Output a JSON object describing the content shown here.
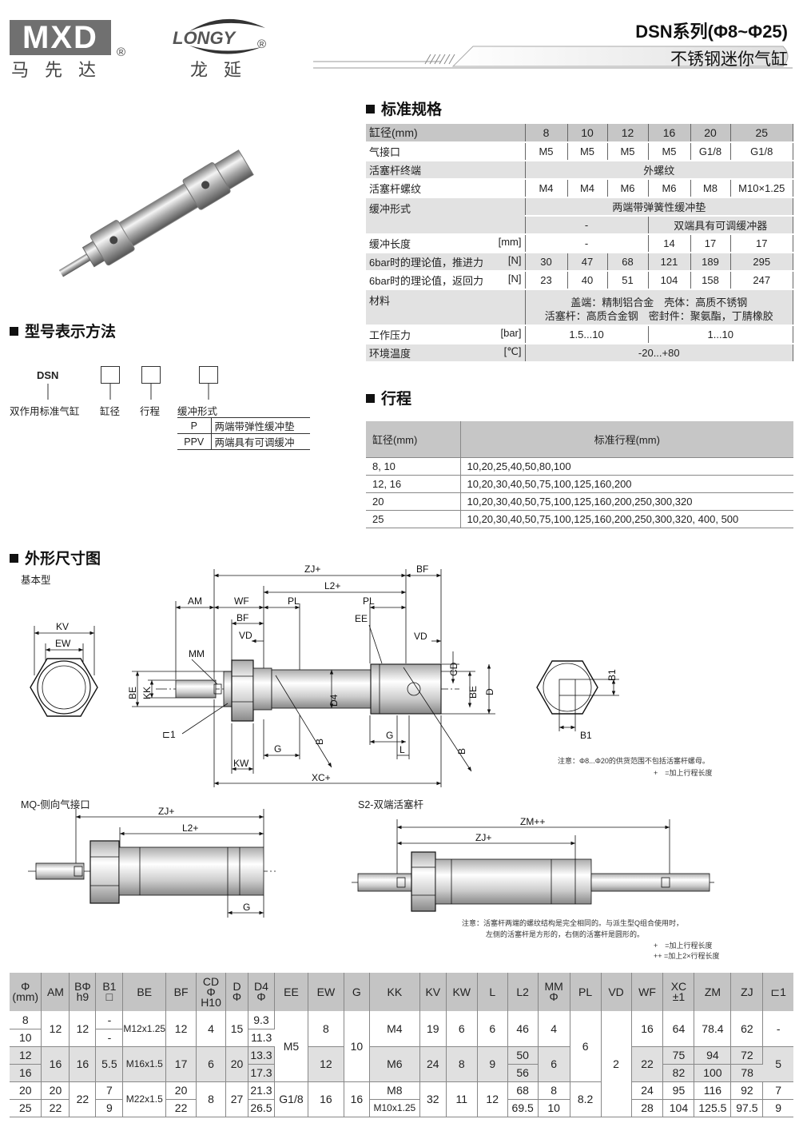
{
  "header": {
    "brand1_logo": "MXD",
    "brand1_cn": "马先达",
    "brand2_logo": "LONGY",
    "brand2_cn": "龙延",
    "registered": "®",
    "series": "DSN系列(Φ8~Φ25)",
    "subtitle": "不锈钢迷你气缸"
  },
  "sections": {
    "spec": "标准规格",
    "model": "型号表示方法",
    "stroke": "行程",
    "dims": "外形尺寸图"
  },
  "spec": {
    "header": [
      "缸径(mm)",
      "8",
      "10",
      "12",
      "16",
      "20",
      "25"
    ],
    "port": {
      "label": "气接口",
      "values": [
        "M5",
        "M5",
        "M5",
        "M5",
        "G1/8",
        "G1/8"
      ]
    },
    "rod_end": {
      "label": "活塞杆终端",
      "value": "外螺纹"
    },
    "rod_thread": {
      "label": "活塞杆螺纹",
      "values": [
        "M4",
        "M4",
        "M6",
        "M6",
        "M8",
        "M10×1.25"
      ]
    },
    "cushion": {
      "label": "缓冲形式",
      "row1": "两端带弹簧性缓冲垫",
      "row2a": "-",
      "row2b": "双端具有可调缓冲器"
    },
    "cushion_len": {
      "label": "缓冲长度",
      "unit": "[mm]",
      "values": [
        "-",
        "14",
        "17",
        "17"
      ]
    },
    "push": {
      "label": "6bar时的理论值，推进力",
      "unit": "[N]",
      "values": [
        "30",
        "47",
        "68",
        "121",
        "189",
        "295"
      ]
    },
    "pull": {
      "label": "6bar时的理论值，返回力",
      "unit": "[N]",
      "values": [
        "23",
        "40",
        "51",
        "104",
        "158",
        "247"
      ]
    },
    "material": {
      "label": "材料",
      "line1": "盖端：精制铝合金　壳体：高质不锈钢",
      "line2": "活塞杆：高质合金钢　密封件：聚氨酯，丁腈橡胶"
    },
    "pressure": {
      "label": "工作压力",
      "unit": "[bar]",
      "values": [
        "1.5...10",
        "1...10"
      ]
    },
    "temp": {
      "label": "环境温度",
      "unit": "[℃]",
      "value": "-20...+80"
    }
  },
  "model_code": {
    "prefix": "DSN",
    "labels": [
      "双作用标准气缸",
      "缸径",
      "行程",
      "缓冲形式"
    ],
    "options": [
      {
        "code": "P",
        "desc": "两端带弹性缓冲垫"
      },
      {
        "code": "PPV",
        "desc": "两端具有可调缓冲"
      }
    ]
  },
  "stroke": {
    "header": [
      "缸径(mm)",
      "标准行程(mm)"
    ],
    "rows": [
      [
        "8, 10",
        "10,20,25,40,50,80,100"
      ],
      [
        "12, 16",
        "10,20,30,40,50,75,100,125,160,200"
      ],
      [
        "20",
        "10,20,30,40,50,75,100,125,160,200,250,300,320"
      ],
      [
        "25",
        "10,20,30,40,50,75,100,125,160,200,250,300,320, 400, 500"
      ]
    ]
  },
  "drawings": {
    "basic_title": "基本型",
    "mq_title": "MQ-侧向气接口",
    "s2_title": "S2-双端活塞杆",
    "l": {
      "KV": "KV",
      "EW": "EW",
      "ZJ": "ZJ+",
      "BF": "BF",
      "L2": "L2+",
      "AM": "AM",
      "WF": "WF",
      "PL": "PL",
      "EE": "EE",
      "VD": "VD",
      "MM": "MM",
      "CD": "CD",
      "BE": "BE",
      "D": "D",
      "D4": "D4",
      "KK": "KK",
      "W1": "1",
      "B": "B",
      "G": "G",
      "L": "L",
      "KW": "KW",
      "XC": "XC+",
      "B1": "B1",
      "ZM": "ZM++"
    },
    "note_basic1": "注意：Φ8...Φ20的供货范围不包括活塞杆螺母。",
    "note_basic2": "+　=加上行程长度",
    "note_s2_1": "注意：活塞杆两端的螺纹结构是完全相同的。与派生型Q组合使用时，",
    "note_s2_2": "左侧的活塞杆是方形的，右侧的活塞杆是圆形的。",
    "note_s2_3": "+　=加上行程长度",
    "note_s2_4": "++ =加上2×行程长度"
  },
  "dims": {
    "headers": [
      "Φ\n(mm)",
      "AM",
      "BΦ\nh9",
      "B1\n□",
      "BE",
      "BF",
      "CD\nΦ\nH10",
      "D\nΦ",
      "D4\nΦ",
      "EE",
      "EW",
      "G",
      "KK",
      "KV",
      "KW",
      "L",
      "L2",
      "MM\nΦ",
      "PL",
      "VD",
      "WF",
      "XC\n±1",
      "ZM",
      "ZJ",
      "1"
    ],
    "columns": [
      [
        [
          "8",
          1
        ],
        [
          "10",
          1
        ],
        [
          "12",
          1
        ],
        [
          "16",
          1
        ],
        [
          "20",
          1
        ],
        [
          "25",
          1
        ]
      ],
      [
        [
          "12",
          2
        ],
        [
          "16",
          2
        ],
        [
          "20",
          1
        ],
        [
          "22",
          1
        ]
      ],
      [
        [
          "12",
          2
        ],
        [
          "16",
          2
        ],
        [
          "22",
          2
        ]
      ],
      [
        [
          "-",
          1
        ],
        [
          "-",
          1
        ],
        [
          "5.5",
          2
        ],
        [
          "7",
          1
        ],
        [
          "9",
          1
        ]
      ],
      [
        [
          "M12x1.25",
          2
        ],
        [
          "M16x1.5",
          2
        ],
        [
          "M22x1.5",
          2
        ]
      ],
      [
        [
          "12",
          2
        ],
        [
          "17",
          2
        ],
        [
          "20",
          1
        ],
        [
          "22",
          1
        ]
      ],
      [
        [
          "4",
          2
        ],
        [
          "6",
          2
        ],
        [
          "8",
          2
        ]
      ],
      [
        [
          "15",
          2
        ],
        [
          "20",
          2
        ],
        [
          "27",
          2
        ]
      ],
      [
        [
          "9.3",
          1
        ],
        [
          "11.3",
          1
        ],
        [
          "13.3",
          1
        ],
        [
          "17.3",
          1
        ],
        [
          "21.3",
          1
        ],
        [
          "26.5",
          1
        ]
      ],
      [
        [
          "M5",
          4
        ],
        [
          "G1/8",
          2
        ]
      ],
      [
        [
          "8",
          2
        ],
        [
          "12",
          2
        ],
        [
          "16",
          2
        ]
      ],
      [
        [
          "10",
          4
        ],
        [
          "16",
          2
        ]
      ],
      [
        [
          "M4",
          2
        ],
        [
          "M6",
          2
        ],
        [
          "M8",
          1
        ],
        [
          "M10x1.25",
          1
        ]
      ],
      [
        [
          "19",
          2
        ],
        [
          "24",
          2
        ],
        [
          "32",
          2
        ]
      ],
      [
        [
          "6",
          2
        ],
        [
          "8",
          2
        ],
        [
          "11",
          2
        ]
      ],
      [
        [
          "6",
          2
        ],
        [
          "9",
          2
        ],
        [
          "12",
          2
        ]
      ],
      [
        [
          "46",
          2
        ],
        [
          "50",
          1
        ],
        [
          "56",
          1
        ],
        [
          "68",
          1
        ],
        [
          "69.5",
          1
        ]
      ],
      [
        [
          "4",
          2
        ],
        [
          "6",
          2
        ],
        [
          "8",
          1
        ],
        [
          "10",
          1
        ]
      ],
      [
        [
          "6",
          4
        ],
        [
          "8.2",
          2
        ]
      ],
      [
        [
          "2",
          6
        ]
      ],
      [
        [
          "16",
          2
        ],
        [
          "22",
          2
        ],
        [
          "24",
          1
        ],
        [
          "28",
          1
        ]
      ],
      [
        [
          "64",
          2
        ],
        [
          "75",
          1
        ],
        [
          "82",
          1
        ],
        [
          "95",
          1
        ],
        [
          "104",
          1
        ]
      ],
      [
        [
          "78.4",
          2
        ],
        [
          "94",
          1
        ],
        [
          "100",
          1
        ],
        [
          "116",
          1
        ],
        [
          "125.5",
          1
        ]
      ],
      [
        [
          "62",
          2
        ],
        [
          "72",
          1
        ],
        [
          "78",
          1
        ],
        [
          "92",
          1
        ],
        [
          "97.5",
          1
        ]
      ],
      [
        [
          "-",
          2
        ],
        [
          "5",
          2
        ],
        [
          "7",
          1
        ],
        [
          "9",
          1
        ]
      ]
    ]
  }
}
